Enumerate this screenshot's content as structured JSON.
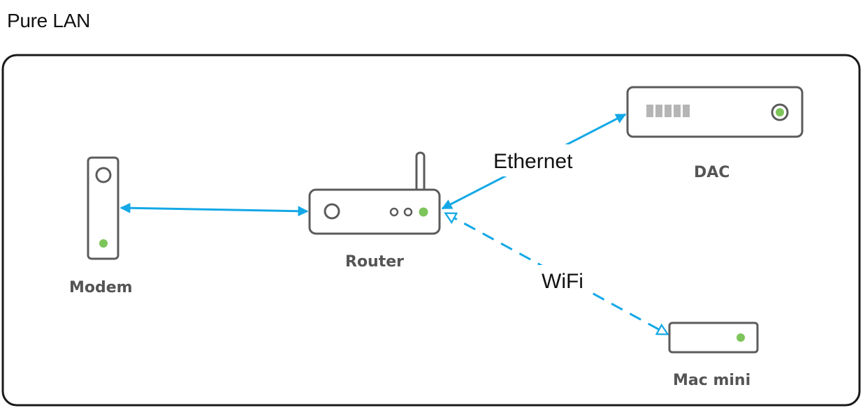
{
  "title": "Pure LAN",
  "devices": {
    "modem": {
      "label": "Modem"
    },
    "router": {
      "label": "Router"
    },
    "dac": {
      "label": "DAC"
    },
    "mac_mini": {
      "label": "Mac mini"
    }
  },
  "connections": {
    "ethernet": {
      "label": "Ethernet"
    },
    "wifi": {
      "label": "WiFi"
    }
  },
  "colors": {
    "link": "#13a8e6",
    "device_stroke": "#5b5b5b",
    "status_led": "#7dc55a",
    "vent": "#b5b5b5",
    "label": "#555555"
  }
}
